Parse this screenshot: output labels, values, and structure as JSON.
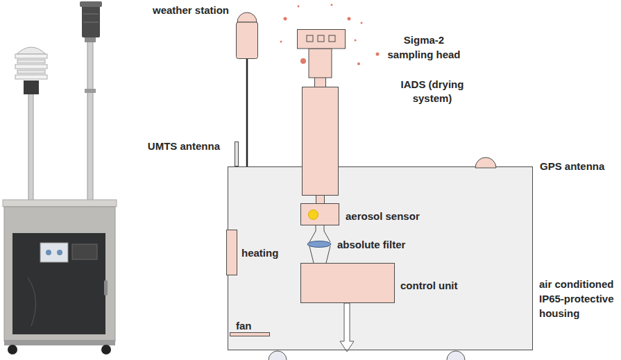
{
  "diagram": {
    "nodes": [
      {
        "text": [
          "weather station"
        ]
      },
      {
        "text": [
          "Sigma-2 sampling head"
        ]
      },
      {
        "text": [
          "UMTS antenna"
        ]
      },
      {
        "text": [
          "IADS (drying system)"
        ]
      },
      {
        "text": [
          "GPS antenna"
        ]
      },
      {
        "text": [
          "air conditioned IP65-protective housing"
        ]
      },
      {
        "text": [
          "aerosol sensor"
        ],
        "in": 5
      },
      {
        "text": [
          "heating"
        ],
        "in": 5
      },
      {
        "text": [
          "control unit"
        ],
        "in": 5
      },
      {
        "text": [
          "fan"
        ],
        "in": 5
      }
    ],
    "edges": [
      {
        "from": 1,
        "to": 3,
        "arrow": "none"
      },
      {
        "from": 3,
        "to": 6,
        "arrow": "none"
      },
      {
        "from": 6,
        "to": 8,
        "arrow": "none"
      }
    ],
    "labels": [
      "absolute filter"
    ]
  }
}
